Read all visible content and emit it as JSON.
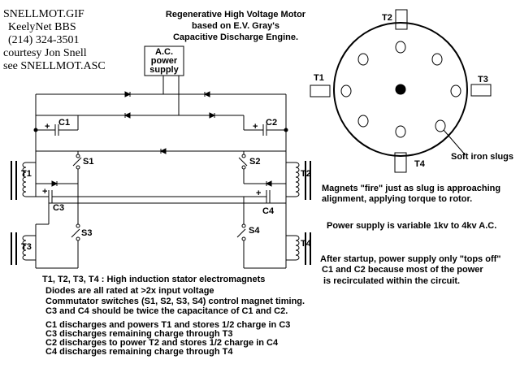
{
  "header": {
    "filename": "SNELLMOT.GIF",
    "bbs": "KeelyNet BBS",
    "phone": "(214) 324-3501",
    "courtesy": "courtesy Jon Snell",
    "see": "see SNELLMOT.ASC"
  },
  "title": {
    "line1": "Regenerative High Voltage Motor",
    "line2": "based on E.V. Gray's",
    "line3": "Capacitive Discharge Engine."
  },
  "power_supply": {
    "line1": "A.C.",
    "line2": "power",
    "line3": "supply"
  },
  "circuit_labels": {
    "c1": "C1",
    "c2": "C2",
    "c3": "C3",
    "c4": "C4",
    "s1": "S1",
    "s2": "S2",
    "s3": "S3",
    "s4": "S4",
    "t1": "T1",
    "t2": "T2",
    "t3": "T3",
    "t4": "T4",
    "plus": "+"
  },
  "rotor_labels": {
    "t1": "T1",
    "t2": "T2",
    "t3": "T3",
    "t4": "T4",
    "slugs": "Soft iron slugs"
  },
  "notes": {
    "magnets_1": "Magnets \"fire\" just as slug is approaching",
    "magnets_2": "alignment, applying torque to rotor.",
    "power": "Power supply is variable 1kv to 4kv A.C.",
    "after_1": "After startup, power supply only \"tops off\"",
    "after_2": "C1 and C2 because most of the power",
    "after_3": "is recirculated within the circuit."
  },
  "bottom_notes": [
    "T1, T2, T3, T4  :  High induction stator electromagnets",
    "Diodes are all rated at >2x input voltage",
    "Commutator switches (S1, S2, S3, S4) control magnet timing.",
    "C3 and C4 should be twice the capacitance of C1 and C2.",
    "",
    "C1 discharges and powers T1 and stores 1/2 charge in C3",
    "C3 discharges remaining charge through T3",
    "C2 discharges to power T2 and stores 1/2 charge in C4",
    "C4 discharges remaining charge through T4"
  ]
}
